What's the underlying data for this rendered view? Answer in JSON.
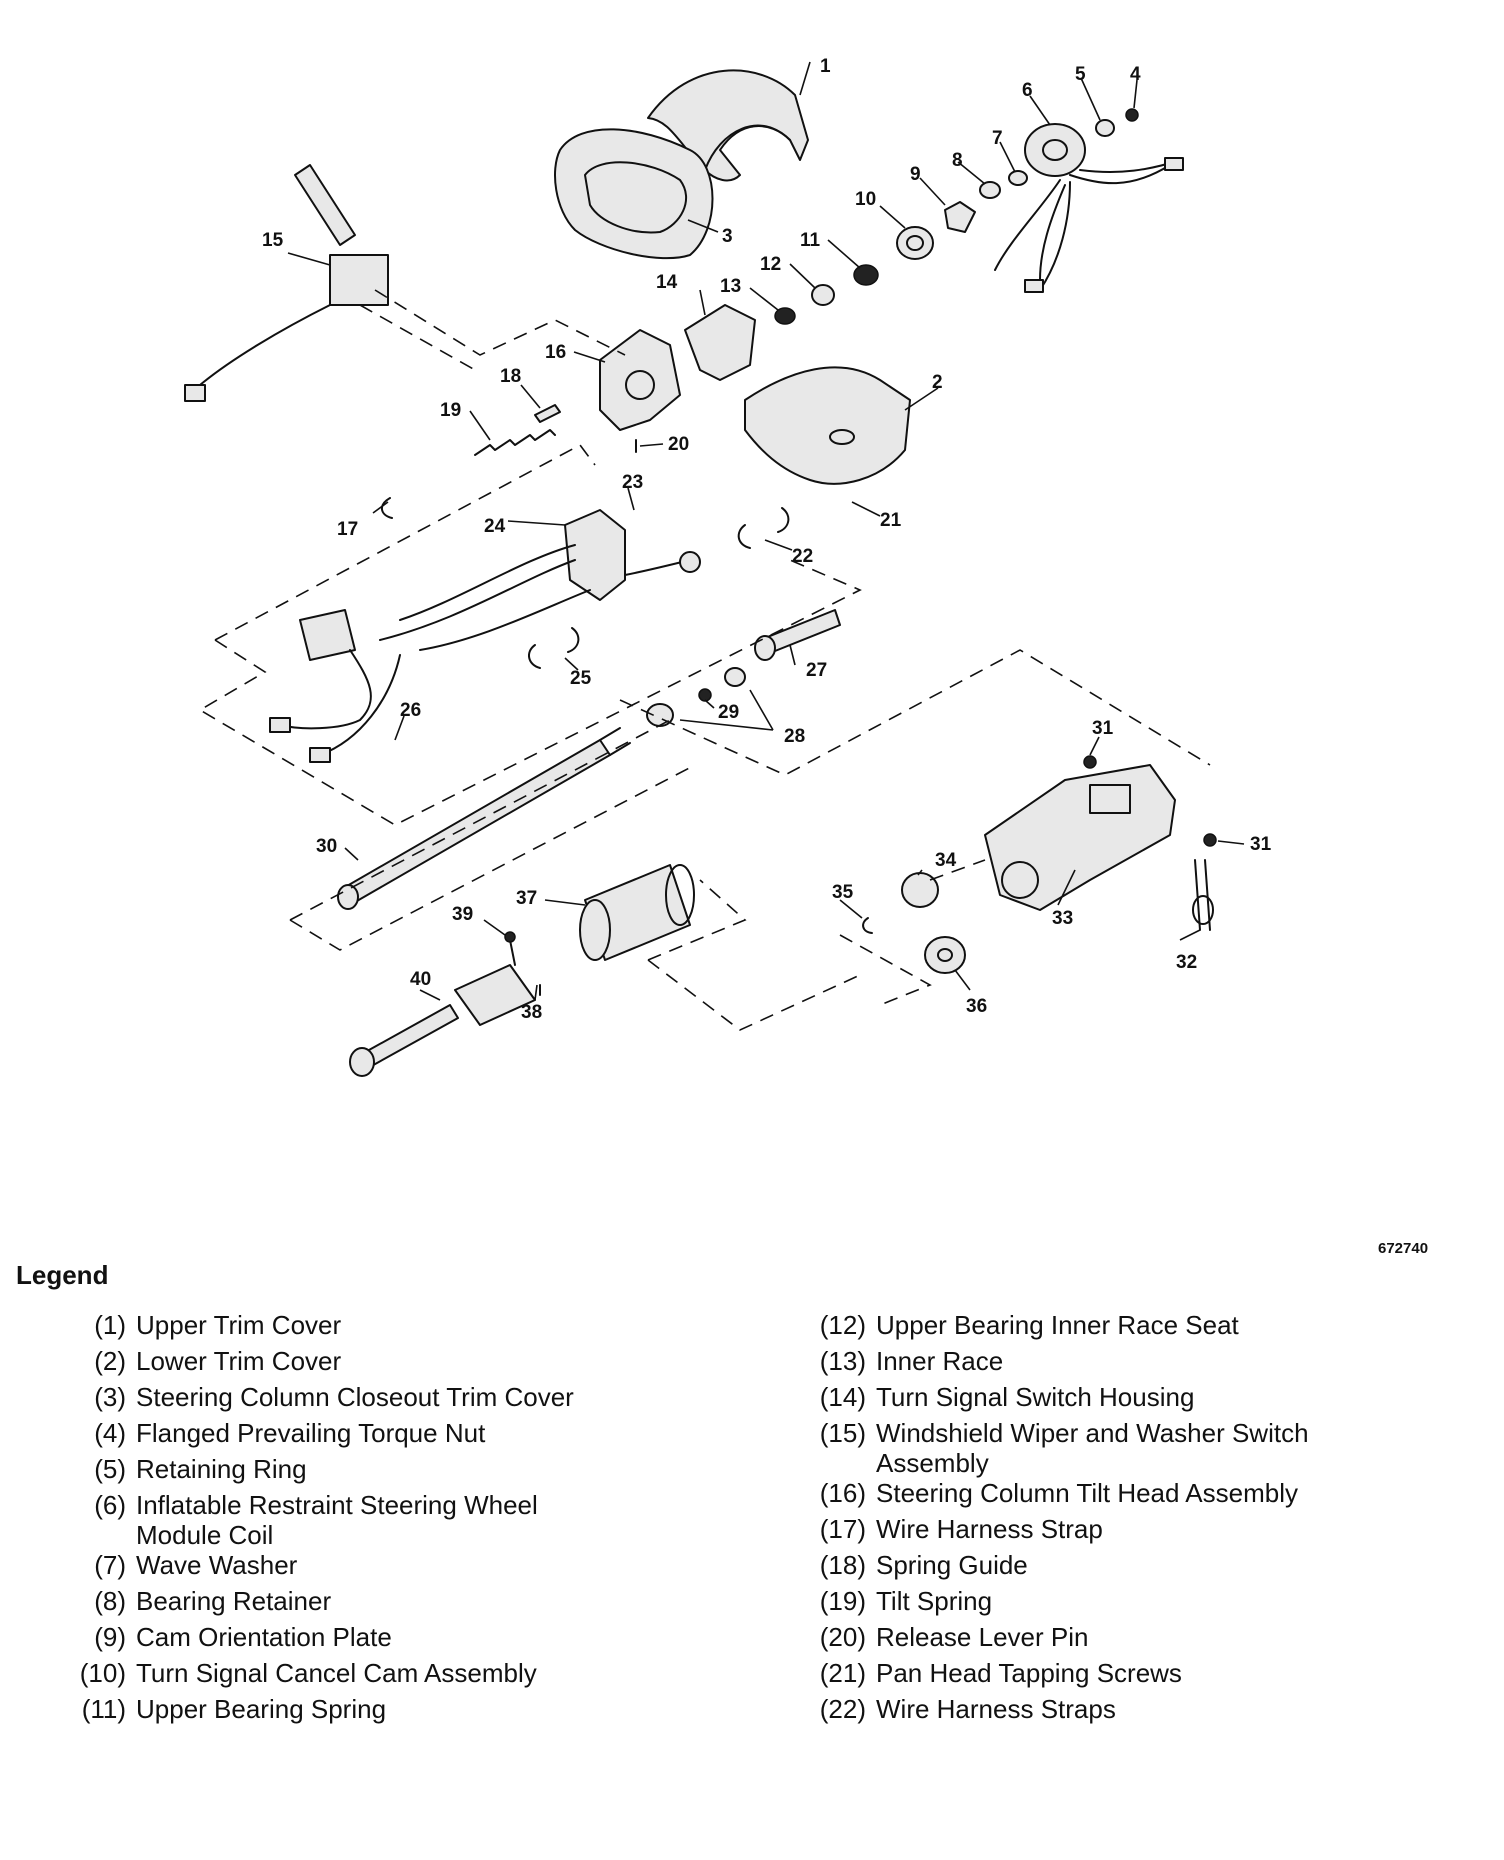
{
  "figure_id": "672740",
  "legend": {
    "title": "Legend",
    "left": [
      {
        "num": "(1)",
        "text": "Upper Trim Cover"
      },
      {
        "num": "(2)",
        "text": "Lower Trim Cover"
      },
      {
        "num": "(3)",
        "text": "Steering Column Closeout Trim Cover"
      },
      {
        "num": "(4)",
        "text": "Flanged Prevailing Torque Nut"
      },
      {
        "num": "(5)",
        "text": "Retaining Ring"
      },
      {
        "num": "(6)",
        "text": "Inflatable Restraint Steering Wheel Module Coil"
      },
      {
        "num": "(7)",
        "text": "Wave Washer"
      },
      {
        "num": "(8)",
        "text": "Bearing Retainer"
      },
      {
        "num": "(9)",
        "text": "Cam Orientation Plate"
      },
      {
        "num": "(10)",
        "text": "Turn Signal Cancel Cam Assembly"
      },
      {
        "num": "(11)",
        "text": "Upper Bearing Spring"
      }
    ],
    "right": [
      {
        "num": "(12)",
        "text": "Upper Bearing Inner Race Seat"
      },
      {
        "num": "(13)",
        "text": "Inner Race"
      },
      {
        "num": "(14)",
        "text": "Turn Signal Switch Housing"
      },
      {
        "num": "(15)",
        "text": "Windshield Wiper and Washer Switch Assembly"
      },
      {
        "num": "(16)",
        "text": "Steering Column Tilt Head Assembly"
      },
      {
        "num": "(17)",
        "text": "Wire Harness Strap"
      },
      {
        "num": "(18)",
        "text": "Spring Guide"
      },
      {
        "num": "(19)",
        "text": "Tilt Spring"
      },
      {
        "num": "(20)",
        "text": "Release Lever Pin"
      },
      {
        "num": "(21)",
        "text": "Pan Head Tapping Screws"
      },
      {
        "num": "(22)",
        "text": "Wire Harness Straps"
      }
    ]
  },
  "callouts": {
    "c1": "1",
    "c2": "2",
    "c3": "3",
    "c4": "4",
    "c5": "5",
    "c6": "6",
    "c7": "7",
    "c8": "8",
    "c9": "9",
    "c10": "10",
    "c11": "11",
    "c12": "12",
    "c13": "13",
    "c14": "14",
    "c15": "15",
    "c16": "16",
    "c17": "17",
    "c18": "18",
    "c19": "19",
    "c20": "20",
    "c21": "21",
    "c22": "22",
    "c23": "23",
    "c24": "24",
    "c25": "25",
    "c26": "26",
    "c27": "27",
    "c28": "28",
    "c29": "29",
    "c30": "30",
    "c31a": "31",
    "c31b": "31",
    "c32": "32",
    "c33": "33",
    "c34": "34",
    "c35": "35",
    "c36": "36",
    "c37": "37",
    "c38": "38",
    "c39": "39",
    "c40": "40"
  }
}
